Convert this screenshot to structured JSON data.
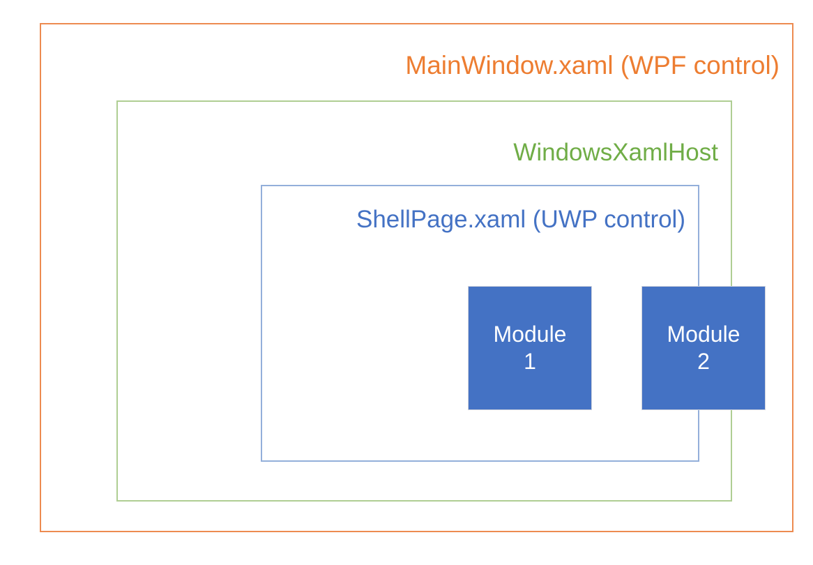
{
  "diagram": {
    "title": "MainWindow.xaml (WPF control) hosting diagram",
    "background_color": "#FFFFFF",
    "layers": [
      {
        "id": "wpf",
        "label": "MainWindow.xaml (WPF control)",
        "border_color": "#ED8B50",
        "text_color": "#ED7D31"
      },
      {
        "id": "xamlhost",
        "label": "WindowsXamlHost",
        "border_color": "#AFCE93",
        "text_color": "#70AD47"
      },
      {
        "id": "shellpage",
        "label": "ShellPage.xaml (UWP control)",
        "border_color": "#93AFDA",
        "text_color": "#4472C4"
      }
    ],
    "modules": [
      {
        "id": "module-1",
        "label": "Module 1",
        "fill_color": "#4472C4",
        "text_color": "#FFFFFF"
      },
      {
        "id": "module-2",
        "label": "Module 2",
        "fill_color": "#4472C4",
        "text_color": "#FFFFFF"
      }
    ]
  }
}
